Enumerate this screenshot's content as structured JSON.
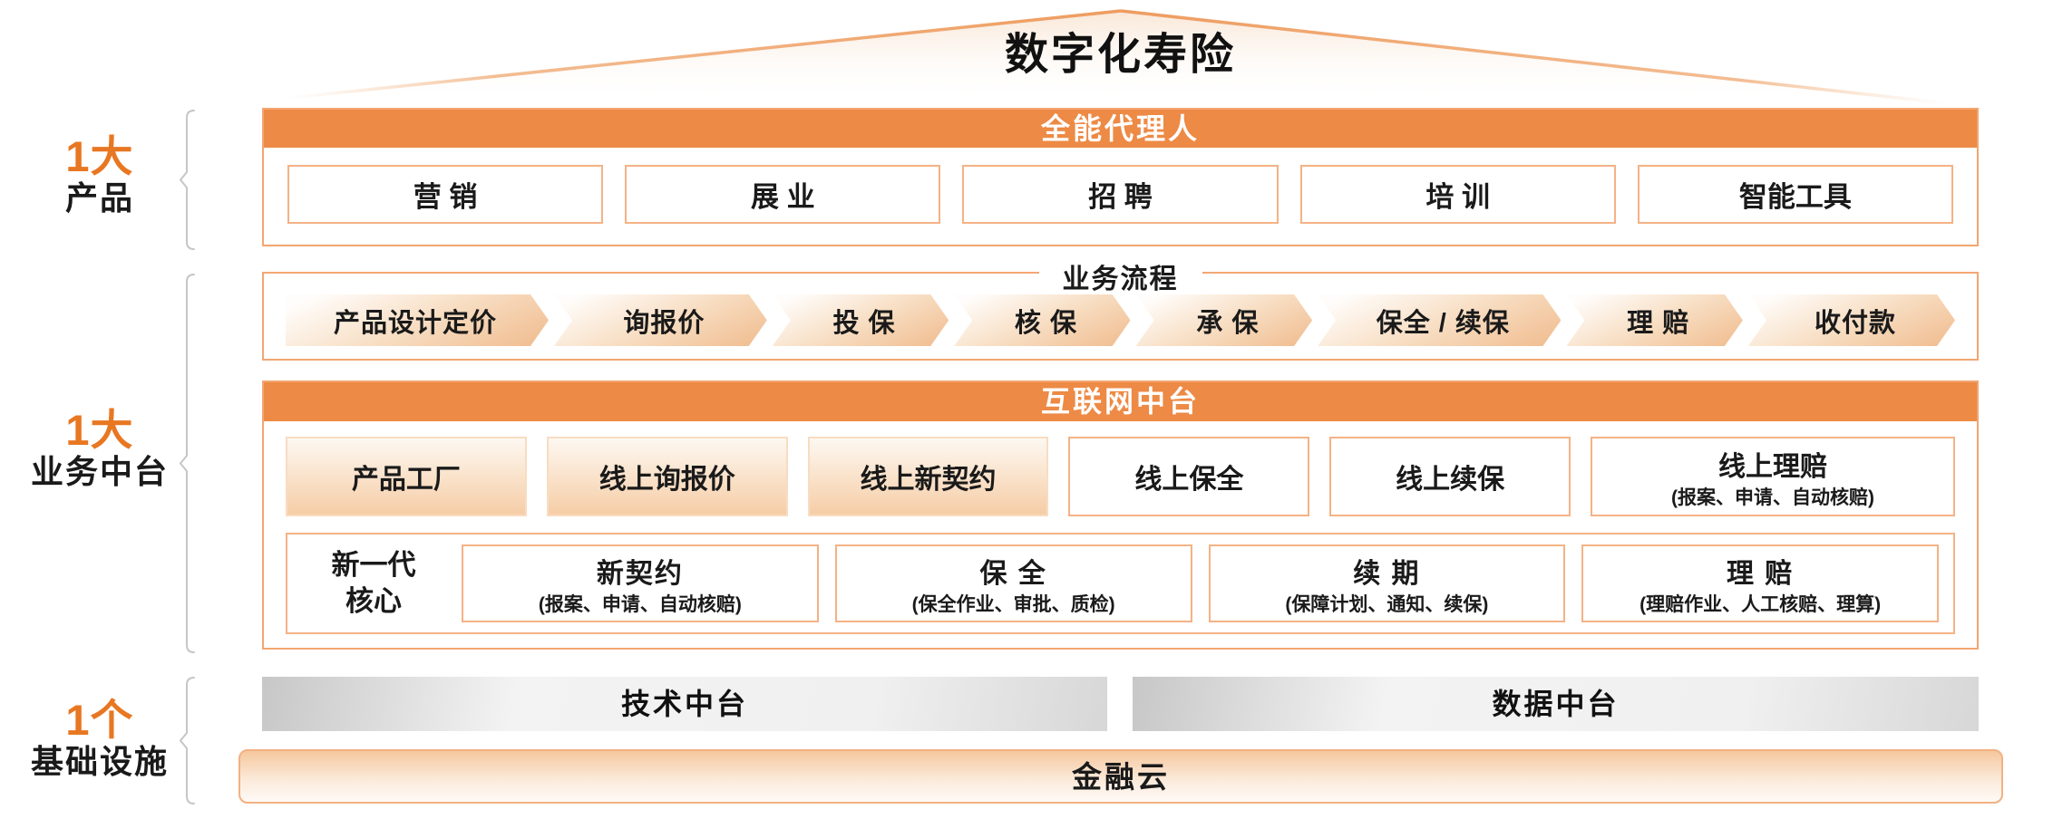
{
  "title": "数字化寿险",
  "colors": {
    "header_orange": "#ED8A45",
    "deep_orange": "#E87722",
    "light_border": "#F4B285",
    "section_border": "#F2A672",
    "bracket_gray": "#C6C6C6"
  },
  "left_labels": [
    {
      "num": "1大",
      "text": "产品"
    },
    {
      "num": "1大",
      "text": "业务中台"
    },
    {
      "num": "1个",
      "text": "基础设施"
    }
  ],
  "agent": {
    "header": "全能代理人",
    "items": [
      "营 销",
      "展 业",
      "招 聘",
      "培 训",
      "智能工具"
    ]
  },
  "process": {
    "title": "业务流程",
    "steps": [
      "产品设计定价",
      "询报价",
      "投 保",
      "核 保",
      "承 保",
      "保全 / 续保",
      "理 赔",
      "收付款"
    ]
  },
  "middle_platform": {
    "header": "互联网中台",
    "row1": [
      {
        "label": "产品工厂"
      },
      {
        "label": "线上询报价"
      },
      {
        "label": "线上新契约"
      },
      {
        "label": "线上保全"
      },
      {
        "label": "线上续保"
      },
      {
        "label": "线上理赔",
        "sub": "(报案、申请、自动核赔)"
      }
    ],
    "core": {
      "line1": "新一代",
      "line2": "核心"
    },
    "row2": [
      {
        "label": "新契约",
        "sub": "(报案、申请、自动核赔)"
      },
      {
        "label": "保 全",
        "sub": "(保全作业、审批、质检)"
      },
      {
        "label": "续 期",
        "sub": "(保障计划、通知、续保)"
      },
      {
        "label": "理 赔",
        "sub": "(理赔作业、人工核赔、理算)"
      }
    ]
  },
  "infrastructure": {
    "tech": "技术中台",
    "data": "数据中台",
    "cloud": "金融云"
  }
}
